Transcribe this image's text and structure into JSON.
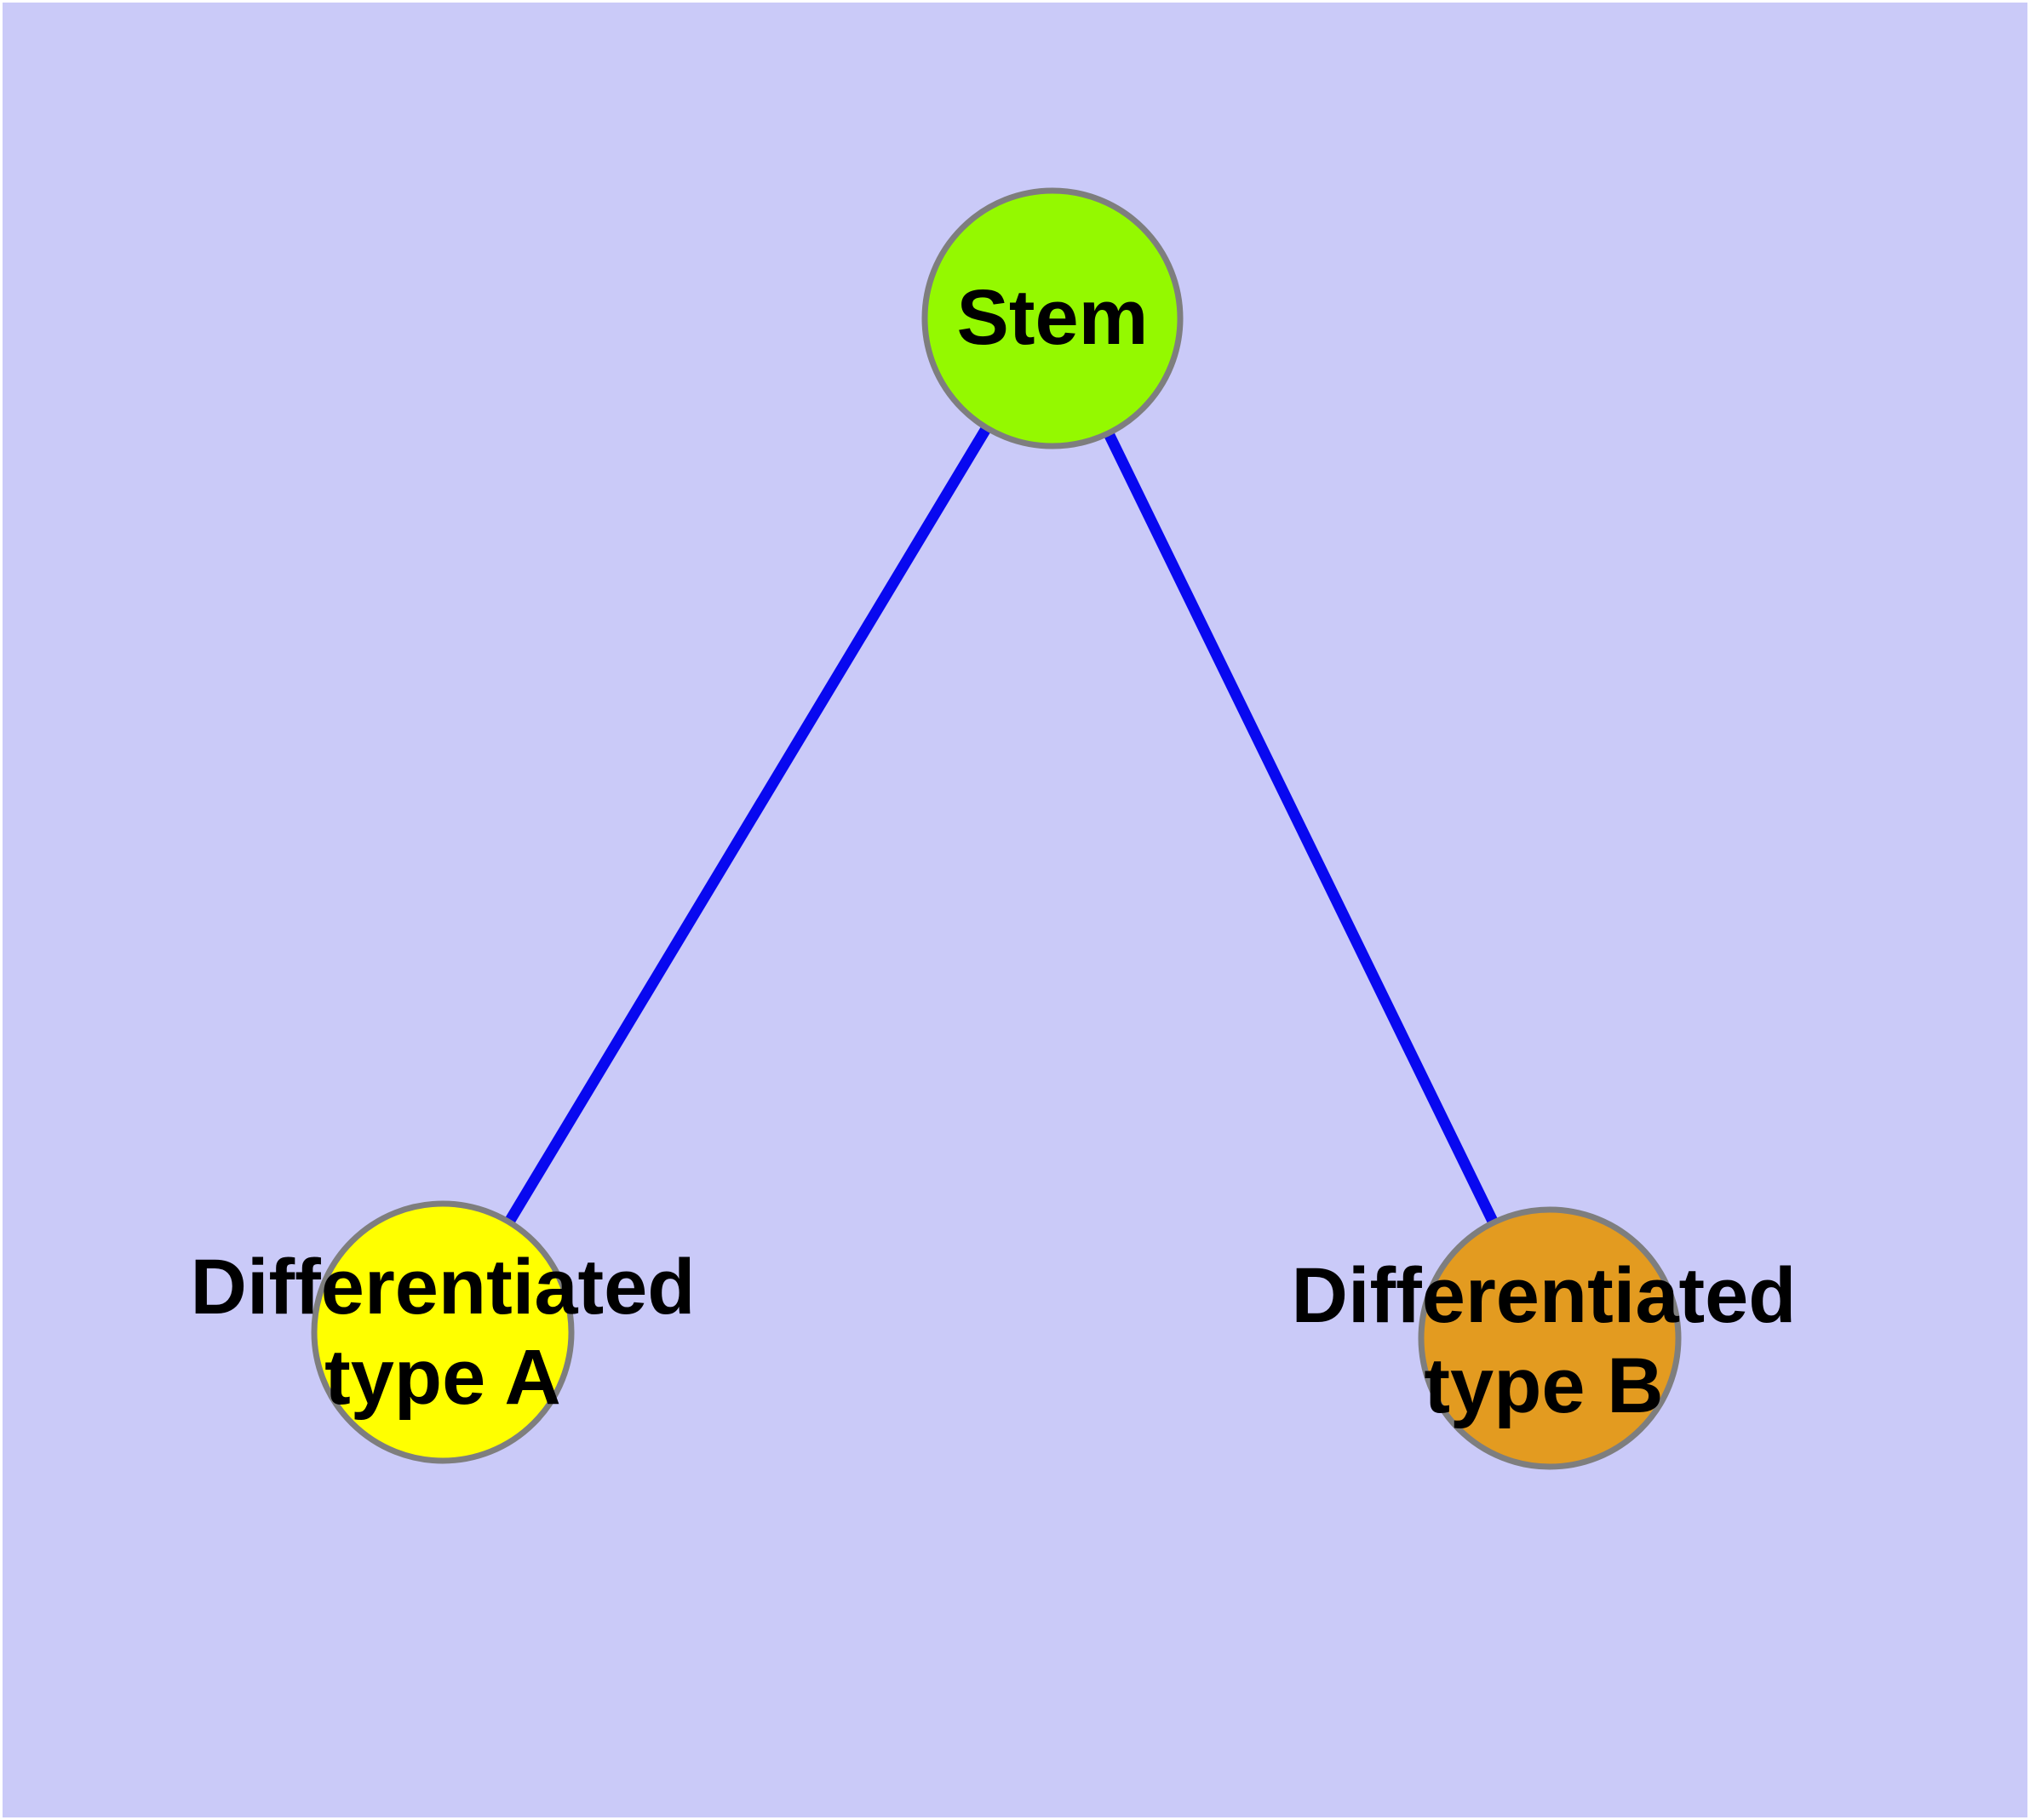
{
  "diagram": {
    "type": "graph",
    "background_color": "#CACAF8",
    "frame_color": "#FFFFFF",
    "edge_color": "#0808F0",
    "node_border_color": "#7E7E7E",
    "text_color": "#000000",
    "nodes": {
      "stem": {
        "label": "Stem",
        "fill": "#94F900"
      },
      "type_a": {
        "label": "Differentiated type A",
        "line1": "Differentiated",
        "line2": "type A",
        "fill": "#FFFF00"
      },
      "type_b": {
        "label": "Differentiated type B",
        "line1": "Differentiated",
        "line2": "type B",
        "fill": "#E39B20"
      }
    },
    "edges": [
      {
        "from": "Stem",
        "to": "Differentiated type A"
      },
      {
        "from": "Stem",
        "to": "Differentiated type B"
      }
    ]
  }
}
